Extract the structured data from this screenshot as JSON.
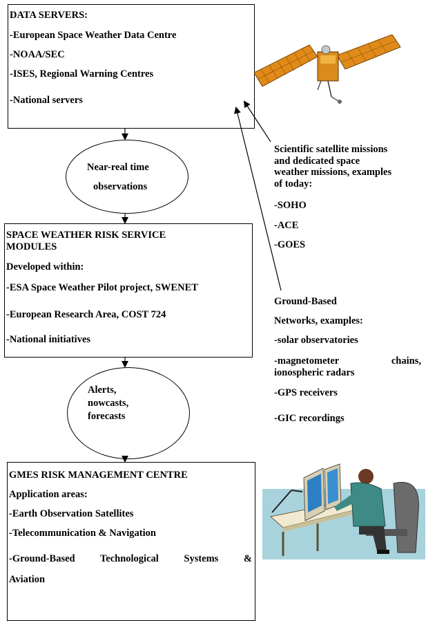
{
  "data_servers": {
    "title": "DATA SERVERS:",
    "items": [
      "-European Space Weather Data Centre",
      "-NOAA/SEC",
      "-ISES, Regional Warning Centres",
      "-National servers"
    ]
  },
  "ellipse_1": {
    "line1": "Near-real time",
    "line2": "observations"
  },
  "risk_modules": {
    "title1": "SPACE WEATHER RISK SERVICE",
    "title2": "MODULES",
    "subtitle": "Developed within:",
    "items": [
      "-ESA Space Weather Pilot project, SWENET",
      "-European Research Area, COST 724",
      "-National initiatives"
    ]
  },
  "ellipse_2": {
    "lines": [
      "Alerts,",
      "nowcasts,",
      "forecasts"
    ]
  },
  "gmes": {
    "title": "GMES RISK MANAGEMENT CENTRE",
    "subtitle": "Application areas:",
    "items": [
      "-Earth Observation Satellites",
      "-Telecommunication & Navigation"
    ],
    "item3_line1": "-Ground-Based Technological Systems &",
    "item3_line2": "Aviation"
  },
  "satellite_missions": {
    "lines": [
      "Scientific satellite missions",
      "and dedicated space",
      "weather missions, examples",
      "of today:"
    ],
    "items": [
      "-SOHO",
      "-ACE",
      "-GOES"
    ]
  },
  "ground_networks": {
    "line1": "Ground-Based",
    "line2": "Networks, examples:",
    "items": [
      "-solar observatories"
    ],
    "magnetometer_line1": "-magnetometer chains,",
    "magnetometer_line2": "ionospheric radars",
    "items2": [
      "-GPS receivers",
      "-GIC recordings"
    ]
  }
}
